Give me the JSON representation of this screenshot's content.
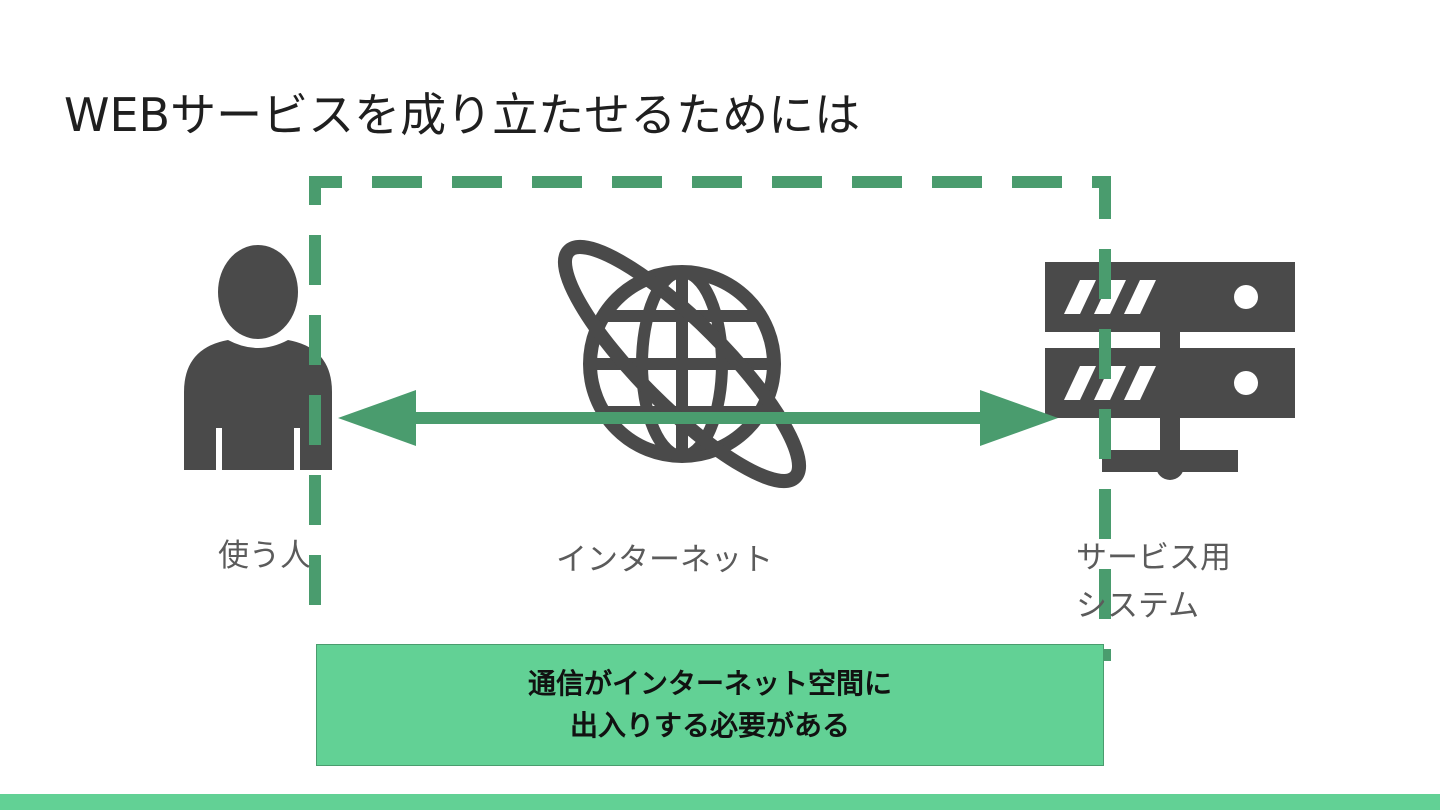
{
  "slide": {
    "title": "WEBサービスを成り立たせるためには"
  },
  "nodes": {
    "user_label": "使う人",
    "internet_label": "インターネット",
    "server_label": "サービス用\nシステム"
  },
  "note": {
    "line1": "通信がインターネット空間に",
    "line2": "出入りする必要がある"
  },
  "icons": {
    "user": "person-icon",
    "internet": "globe-icon",
    "server": "server-icon",
    "connection": "double-arrow"
  },
  "colors": {
    "accent_green": "#4a9c6e",
    "note_fill": "#62d195",
    "icon_gray": "#4a4a4a",
    "footer_bar": "#62d195"
  }
}
